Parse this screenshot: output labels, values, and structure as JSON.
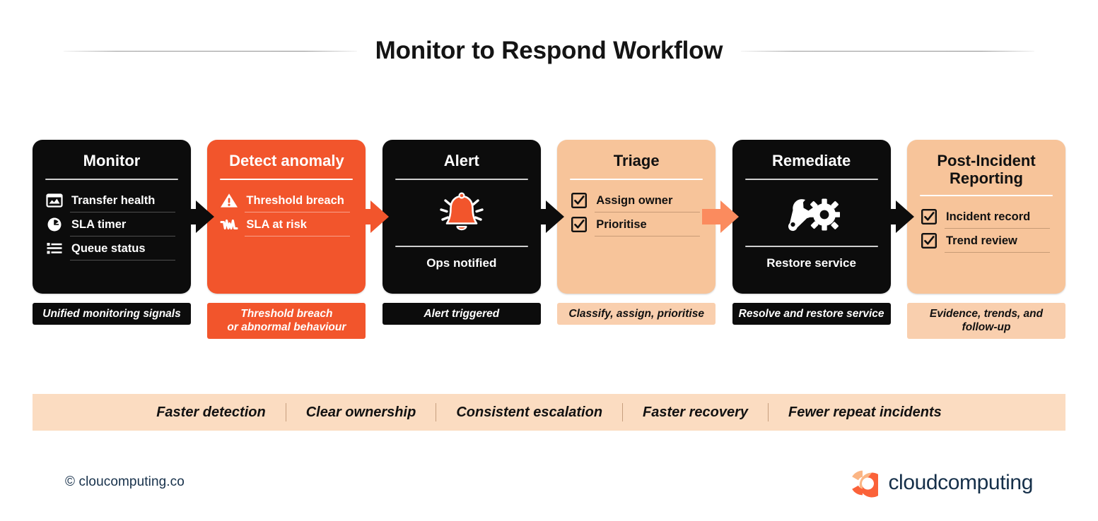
{
  "title": "Monitor to Respond Workflow",
  "steps": [
    {
      "id": "monitor",
      "theme": "dark",
      "title": "Monitor",
      "features": [
        {
          "icon": "dashboard-chart-icon",
          "label": "Transfer health"
        },
        {
          "icon": "clock-icon",
          "label": "SLA timer"
        },
        {
          "icon": "queue-list-icon",
          "label": "Queue status"
        }
      ],
      "center_icon": null,
      "foot": null,
      "caption": "Unified monitoring signals",
      "caption_theme": "dark",
      "arrow_after": "black"
    },
    {
      "id": "detect-anomaly",
      "theme": "orange",
      "title": "Detect anomaly",
      "features": [
        {
          "icon": "warning-triangle-icon",
          "label": "Threshold breach"
        },
        {
          "icon": "waveform-icon",
          "label": "SLA at risk"
        }
      ],
      "center_icon": null,
      "foot": null,
      "caption": "Threshold breach\nor abnormal behaviour",
      "caption_theme": "orange",
      "arrow_after": "orange"
    },
    {
      "id": "alert",
      "theme": "dark",
      "title": "Alert",
      "features": [],
      "center_icon": "ringing-bell-icon",
      "foot": "Ops notified",
      "caption": "Alert triggered",
      "caption_theme": "dark",
      "arrow_after": "black"
    },
    {
      "id": "triage",
      "theme": "peach",
      "title": "Triage",
      "features": [
        {
          "icon": "checkbox-checked-icon",
          "label": "Assign owner"
        },
        {
          "icon": "checkbox-checked-icon",
          "label": "Prioritise"
        }
      ],
      "center_icon": null,
      "foot": null,
      "caption": "Classify, assign, prioritise",
      "caption_theme": "peach",
      "arrow_after": "peach"
    },
    {
      "id": "remediate",
      "theme": "dark",
      "title": "Remediate",
      "features": [],
      "center_icon": "wrench-gear-icon",
      "foot": "Restore service",
      "caption": "Resolve and restore service",
      "caption_theme": "dark",
      "arrow_after": "black"
    },
    {
      "id": "post-incident-reporting",
      "theme": "peach",
      "title": "Post-Incident Reporting",
      "features": [
        {
          "icon": "checkbox-checked-icon",
          "label": "Incident record"
        },
        {
          "icon": "checkbox-checked-icon",
          "label": "Trend review"
        }
      ],
      "center_icon": null,
      "foot": null,
      "caption": "Evidence, trends, and follow-up",
      "caption_theme": "peach",
      "arrow_after": null
    }
  ],
  "benefits": [
    "Faster detection",
    "Clear ownership",
    "Consistent escalation",
    "Faster recovery",
    "Fewer repeat incidents"
  ],
  "footer": {
    "copyright": "© cloucomputing.co",
    "logo_text": "cloudcomputing",
    "logo_mark_icon": "cloudcomputing-c-logo"
  },
  "colors": {
    "orange": "#F2552C",
    "orange_light": "#FB8B5E",
    "peach": "#F7C49A",
    "peach_light": "#FBDCC1",
    "peach_chip": "#F9CFAE",
    "black": "#0C0C0C",
    "navy": "#16304A"
  }
}
